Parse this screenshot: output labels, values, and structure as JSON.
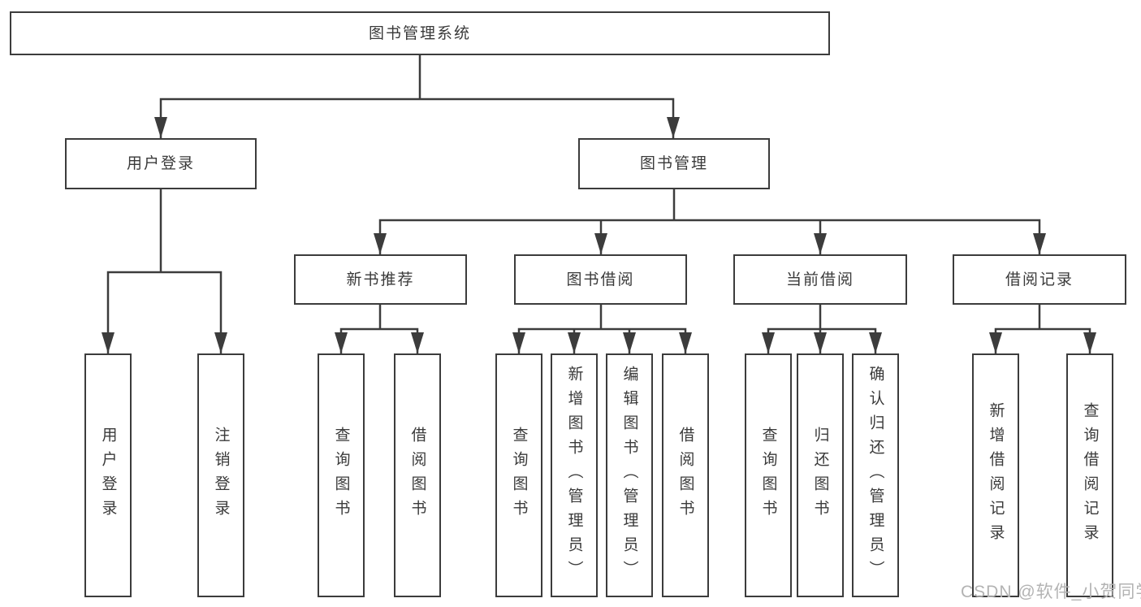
{
  "colors": {
    "background": "#ffffff",
    "border": "#3c3c3c",
    "line": "#3c3c3c",
    "text": "#3a3a3a",
    "watermark": "#b3b3b3"
  },
  "diagram": {
    "root": {
      "label": "图书管理系统"
    },
    "branches": [
      {
        "label": "用户登录",
        "children": [
          {
            "label": "用户登录"
          },
          {
            "label": "注销登录"
          }
        ]
      },
      {
        "label": "图书管理",
        "children": [
          {
            "label": "新书推荐",
            "children": [
              {
                "label": "查询图书"
              },
              {
                "label": "借阅图书"
              }
            ]
          },
          {
            "label": "图书借阅",
            "children": [
              {
                "label": "查询图书"
              },
              {
                "label": "新增图书（管理员）"
              },
              {
                "label": "编辑图书（管理员）"
              },
              {
                "label": "借阅图书"
              }
            ]
          },
          {
            "label": "当前借阅",
            "children": [
              {
                "label": "查询图书"
              },
              {
                "label": "归还图书"
              },
              {
                "label": "确认归还（管理员）"
              }
            ]
          },
          {
            "label": "借阅记录",
            "children": [
              {
                "label": "新增借阅记录"
              },
              {
                "label": "查询借阅记录"
              }
            ]
          }
        ]
      }
    ]
  },
  "watermark": {
    "text": "CSDN @软件_小贺同学"
  }
}
